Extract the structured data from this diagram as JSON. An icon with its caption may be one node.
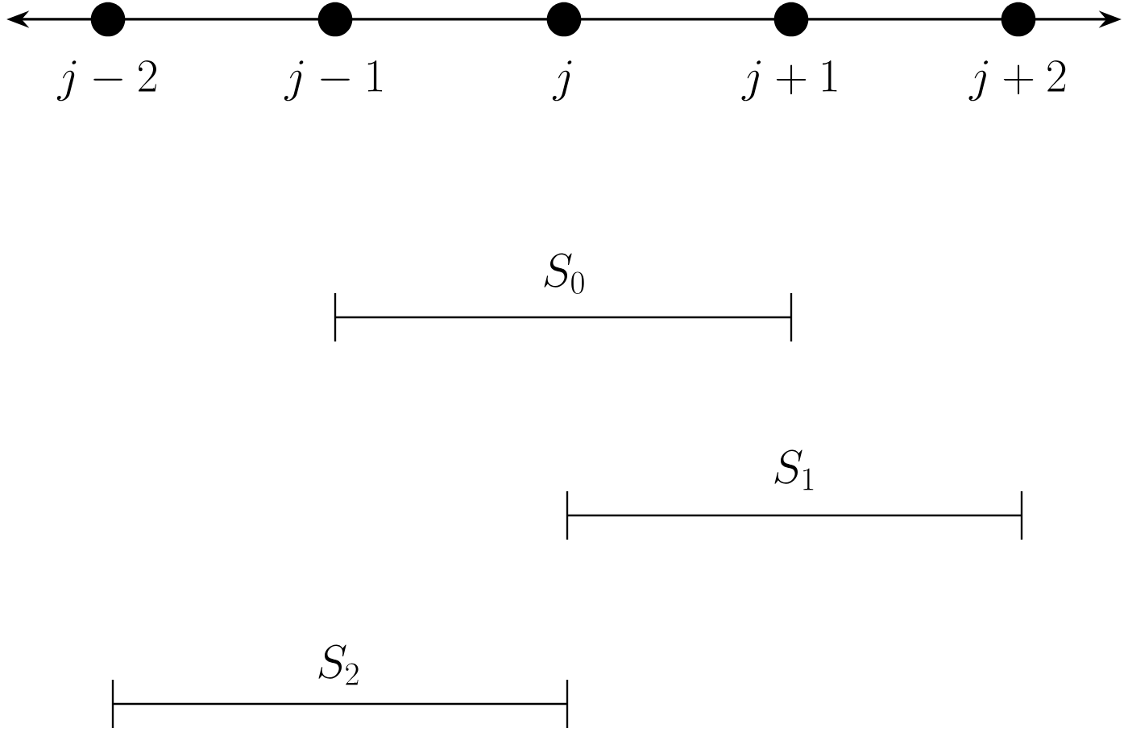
{
  "diagram": {
    "labels": [
      "j-2",
      "j-1",
      "j",
      "j+1",
      "j+2",
      "S_0",
      "S_1",
      "S_2"
    ]
  }
}
